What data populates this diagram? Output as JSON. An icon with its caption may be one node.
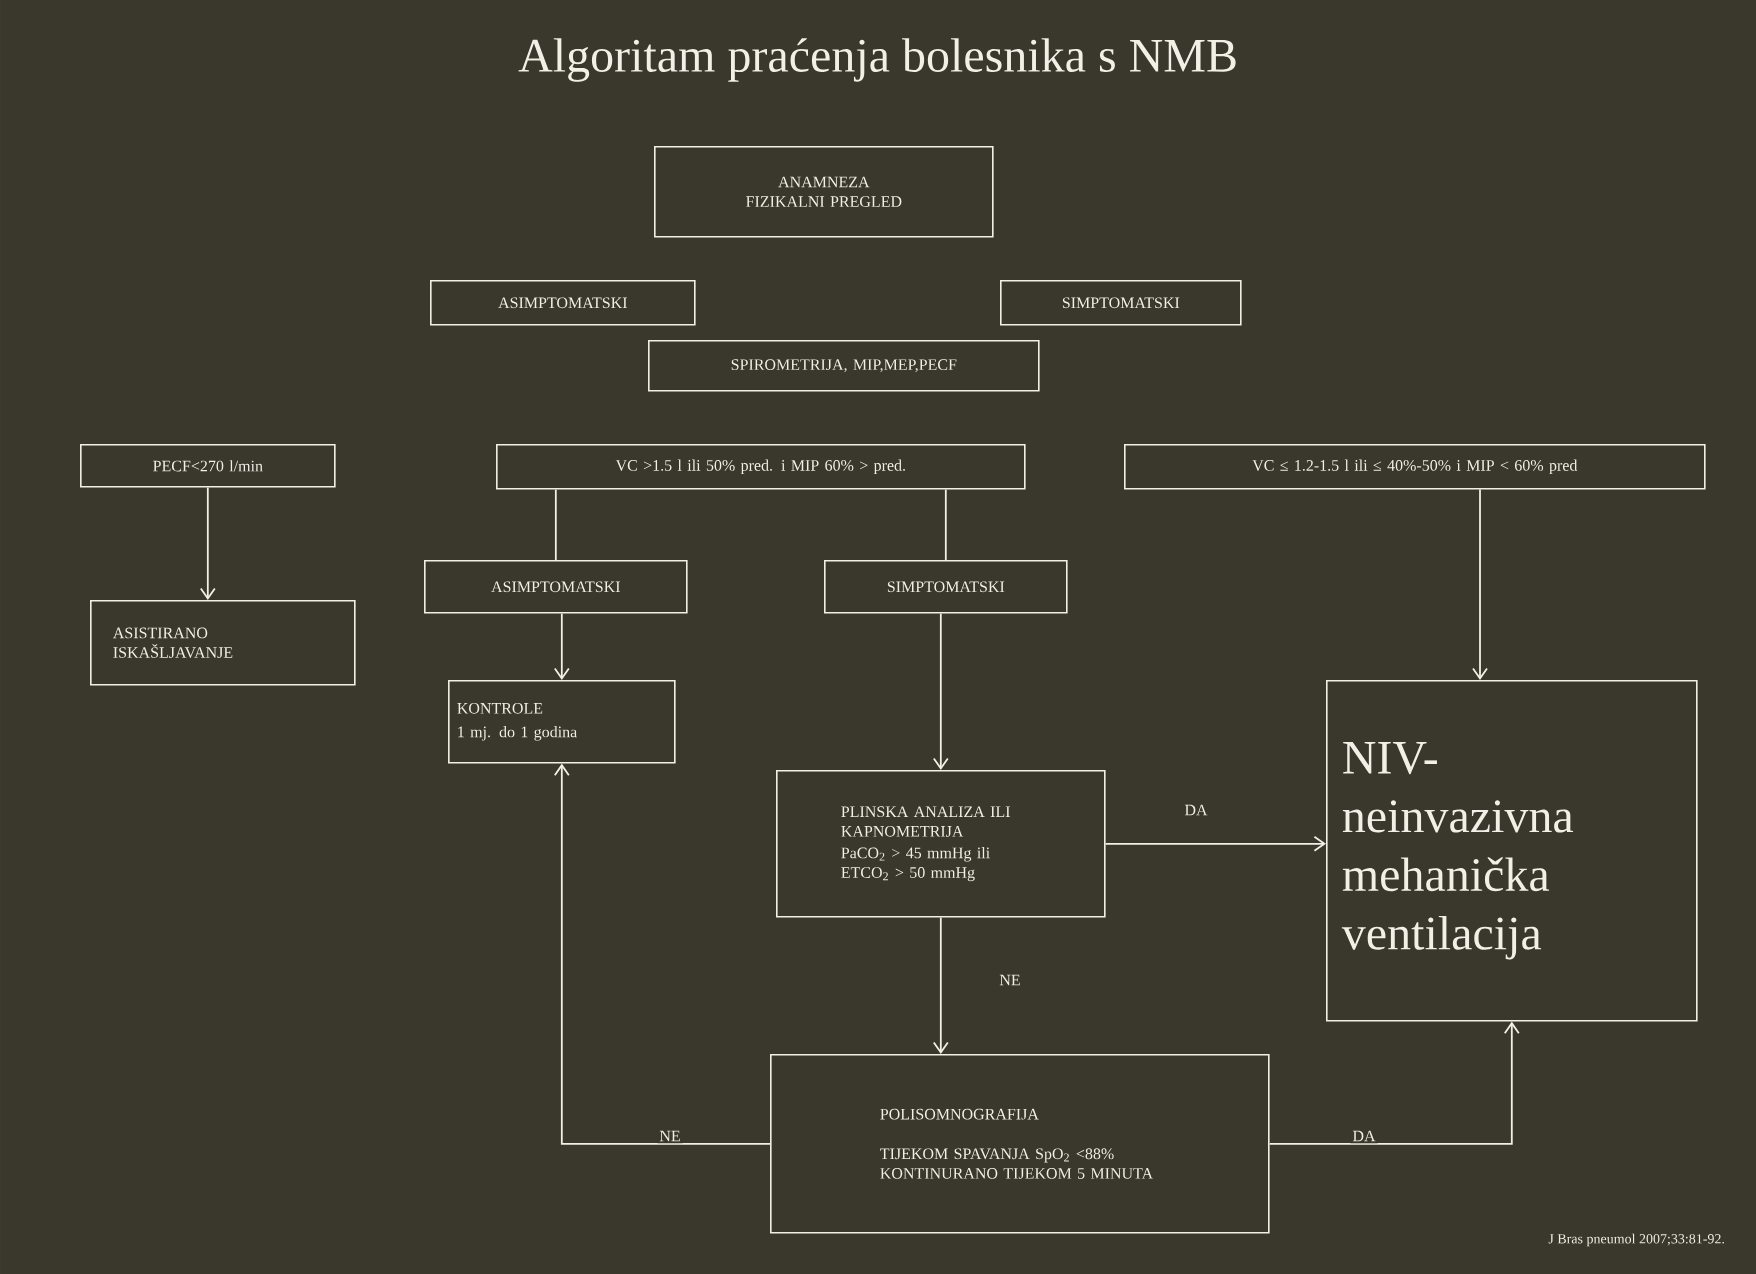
{
  "diagram": {
    "title": "Algoritam praćenja bolesnika s NMB",
    "nodes": [
      {
        "text": [
          "ANAMNEZA FIZIKALNI PREGLED"
        ]
      },
      {
        "text": [
          "ASIMPTOMATSKI"
        ]
      },
      {
        "text": [
          "SIMPTOMATSKI"
        ]
      },
      {
        "text": [
          "SPIROMETRIJA, MIP,MEP,PECF"
        ]
      },
      {
        "text": [
          "PECF<270 l/min"
        ]
      },
      {
        "text": [
          "VC >1.5 l ili 50% pred. i  MIP 60% > pred."
        ]
      },
      {
        "text": [
          "VC ≤ 1.2-1.5 l ili ≤ 40%-50% i MIP < 60% pred"
        ]
      },
      {
        "text": [
          "ASISTIRANO ISKAŠLJAVANJE"
        ]
      },
      {
        "text": [
          "ASIMPTOMATSKI"
        ]
      },
      {
        "text": [
          "SIMPTOMATSKI"
        ]
      },
      {
        "text": [
          "KONTROLE",
          "1 mj. do 1 godina"
        ]
      },
      {
        "text": [
          "PLINSKA ANALIZA ILI KAPNOMETRIJA",
          "PaCO$_{2}$ > 45 mmHg ili ETCO$_{2}$ > 50 mmHg"
        ]
      },
      {
        "text": [
          "NIV- neinvazivna mehanička ventilacija"
        ]
      },
      {
        "text": [
          "POLISOMNOGRAFIJA",
          "TIJEKOM SPAVANJA SpO$_{2}$ <88% KONTINURANO TIJEKOM 5 MINUTA"
        ]
      }
    ],
    "edges": [
      {
        "from": 4,
        "to": 7,
        "arrow": "to"
      },
      {
        "from": 5,
        "to": 8,
        "arrow": "none"
      },
      {
        "from": 5,
        "to": 9,
        "arrow": "none"
      },
      {
        "from": 8,
        "to": 10,
        "arrow": "to"
      },
      {
        "from": 9,
        "to": 11,
        "arrow": "to"
      },
      {
        "from": 6,
        "to": 12,
        "arrow": "to"
      },
      {
        "from": 11,
        "to": 12,
        "arrow": "to",
        "label": "DA"
      },
      {
        "from": 11,
        "to": 13,
        "arrow": "to",
        "label": "NE"
      },
      {
        "from": 13,
        "to": 10,
        "arrow": "to",
        "label": "NE"
      },
      {
        "from": 13,
        "to": 12,
        "arrow": "to",
        "label": "DA"
      }
    ],
    "labels": [
      "J Bras pneumol 2007;33:81-92."
    ]
  }
}
